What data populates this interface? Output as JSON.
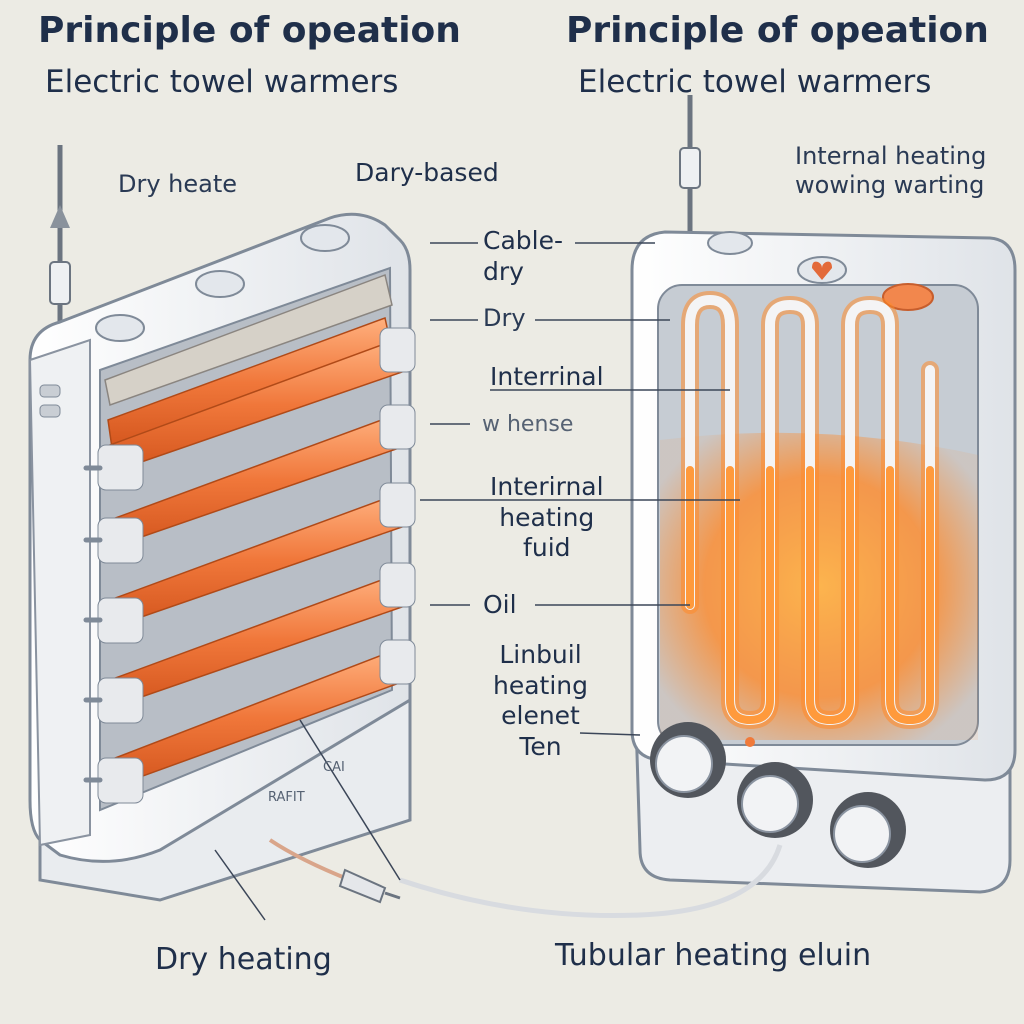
{
  "titles": {
    "left_title": "Principle of opeation",
    "left_subtitle": "Electric towel warmers",
    "right_title": "Principle of opeation",
    "right_subtitle": "Electric towel warmers"
  },
  "labels": {
    "dry_heate": "Dry heate",
    "dary_based": "Dary-based",
    "cable_dry": "Cable-\ndry",
    "dry": "Dry",
    "interrinal": "Interrinal",
    "hense": "w hense",
    "interirnal_heating_fluid": "Interirnal\nheating\nfuid",
    "oil": "Oil",
    "linbuil_heating_elenet_ten": "Linbuil\nheating\nelenet\nTen",
    "internal_heating_wowing_warting": "Internal heating\nwowing warting",
    "left_base_small_text": "RAFIT",
    "left_base_small_text2": "CAI"
  },
  "bottom_labels": {
    "dry_heating": "Dry heating",
    "tubular_heating_eluin": "Tubular heating eluin"
  },
  "colors": {
    "background": "#ecebe4",
    "heater_body": "#f3f4f6",
    "heater_outline": "#7f8a98",
    "coil_orange": "#f0773a",
    "glow_orange": "#ff8a2a",
    "text_dark": "#1f2f4a"
  },
  "icons": {
    "left_indicator_1": "button-icon",
    "left_indicator_2": "button-icon",
    "left_indicator_3": "button-icon",
    "right_heart": "heart-icon",
    "right_dial_1": "dial-icon",
    "right_dial_2": "dial-icon",
    "right_dial_3": "dial-icon"
  }
}
